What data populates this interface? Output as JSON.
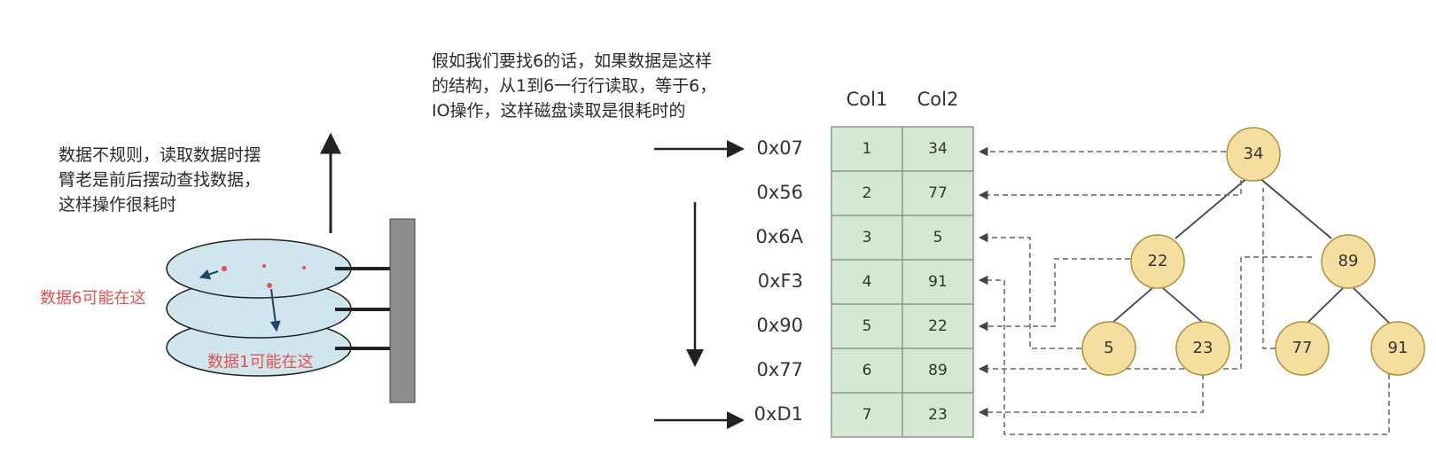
{
  "notes": {
    "disk_note": [
      "数据不规则，读取数据时摆",
      "臂老是前后摆动查找数据，",
      "这样操作很耗时"
    ],
    "query_note": [
      "假如我们要找6的话，如果数据是这样",
      "的结构，从1到6一行行读取，等于6，",
      "IO操作，这样磁盘读取是很耗时的"
    ]
  },
  "disk_labels": {
    "data6": "数据6可能在这",
    "data1": "数据1可能在这"
  },
  "table": {
    "columns": [
      "Col1",
      "Col2"
    ],
    "rows": [
      {
        "addr": "0x07",
        "col1": "1",
        "col2": "34"
      },
      {
        "addr": "0x56",
        "col1": "2",
        "col2": "77"
      },
      {
        "addr": "0x6A",
        "col1": "3",
        "col2": "5"
      },
      {
        "addr": "0xF3",
        "col1": "4",
        "col2": "91"
      },
      {
        "addr": "0x90",
        "col1": "5",
        "col2": "22"
      },
      {
        "addr": "0x77",
        "col1": "6",
        "col2": "89"
      },
      {
        "addr": "0xD1",
        "col1": "7",
        "col2": "23"
      }
    ]
  },
  "tree": {
    "root": "34",
    "left": "22",
    "right": "89",
    "left_left": "5",
    "left_right": "23",
    "right_left": "77",
    "right_right": "91"
  },
  "colors": {
    "cell_fill": "#d5e8d4",
    "cell_border": "#8a9a8a",
    "node_fill": "#f5dfa0",
    "node_border": "#b08f40",
    "platter_fill": "#cfe6ee",
    "platter_border": "#222222",
    "spindle": "#888888",
    "dashed": "#666666",
    "red": "#e5504c"
  }
}
